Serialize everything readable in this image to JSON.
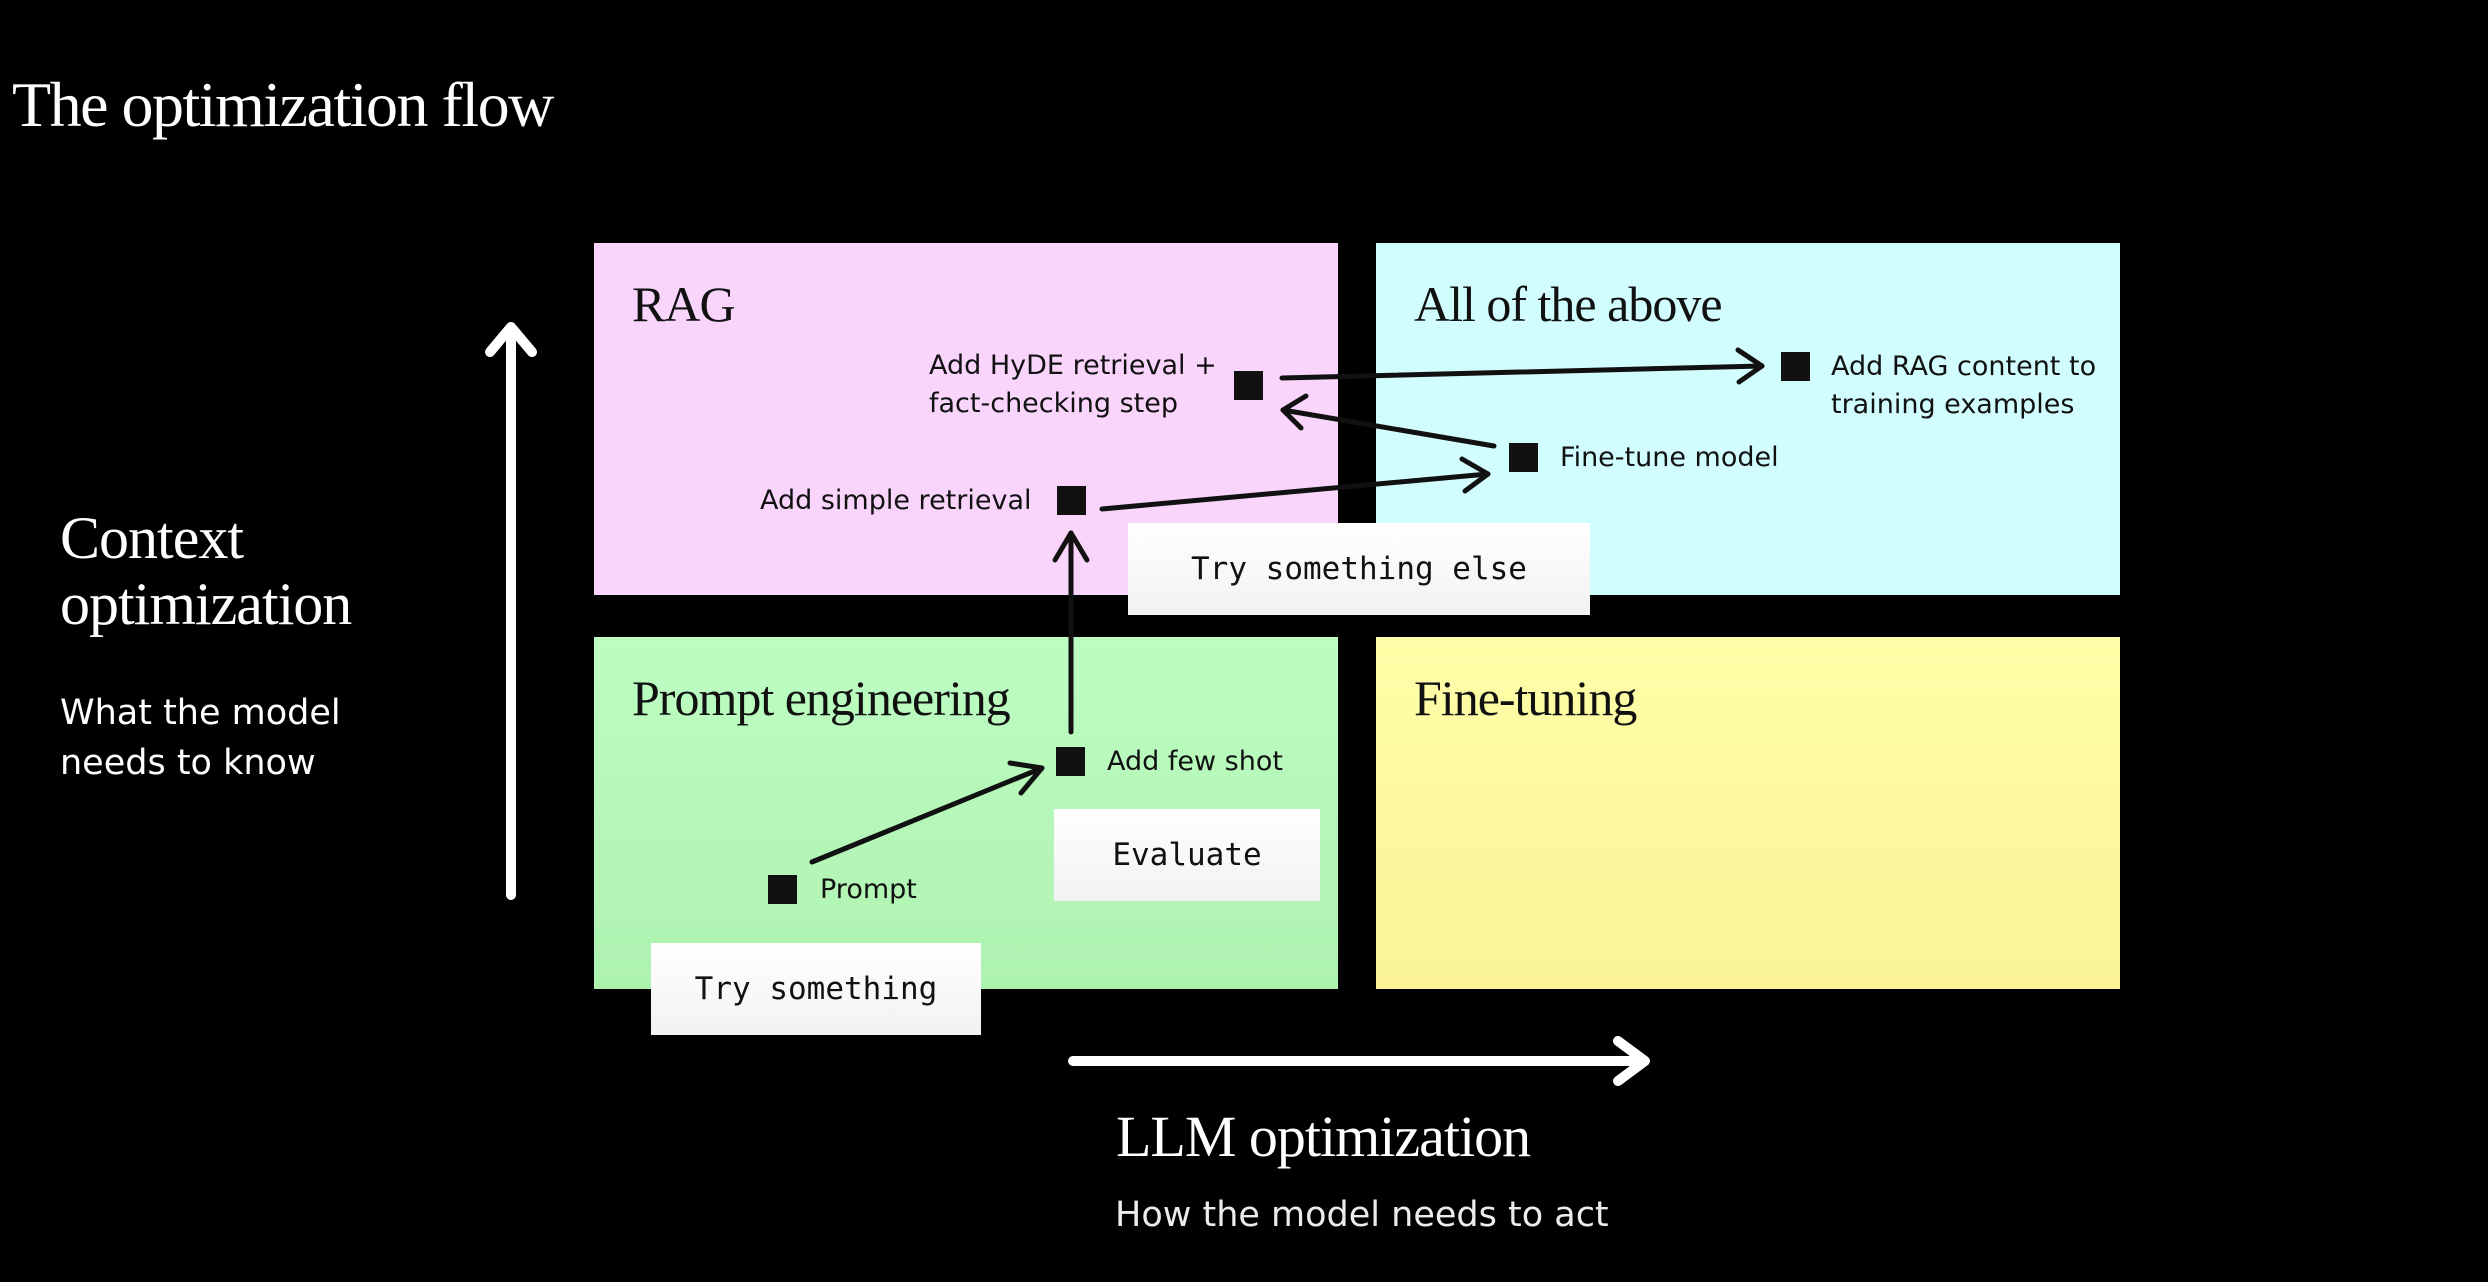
{
  "title": "The optimization flow",
  "y_axis": {
    "title_line1": "Context",
    "title_line2": "optimization",
    "subtitle_line1": "What the model",
    "subtitle_line2": "needs to know"
  },
  "x_axis": {
    "title": "LLM optimization",
    "subtitle": "How the model needs to act"
  },
  "quadrants": {
    "rag": "RAG",
    "all": "All of the above",
    "prompt": "Prompt engineering",
    "finetuning": "Fine-tuning"
  },
  "nodes": {
    "prompt": "Prompt",
    "few_shot": "Add few shot",
    "simple_retrieval": "Add simple retrieval",
    "hyde_line1": "Add HyDE retrieval +",
    "hyde_line2": "fact-checking step",
    "finetune": "Fine-tune model",
    "rag_content_line1": "Add RAG content to",
    "rag_content_line2": "training examples"
  },
  "labels": {
    "try_something": "Try something",
    "evaluate": "Evaluate",
    "try_else": "Try something else"
  },
  "colors": {
    "rag": "#f9d4fb",
    "all": "#d1fdfe",
    "prompt": "#b4f7b6",
    "finetuning": "#fdf9a0"
  }
}
